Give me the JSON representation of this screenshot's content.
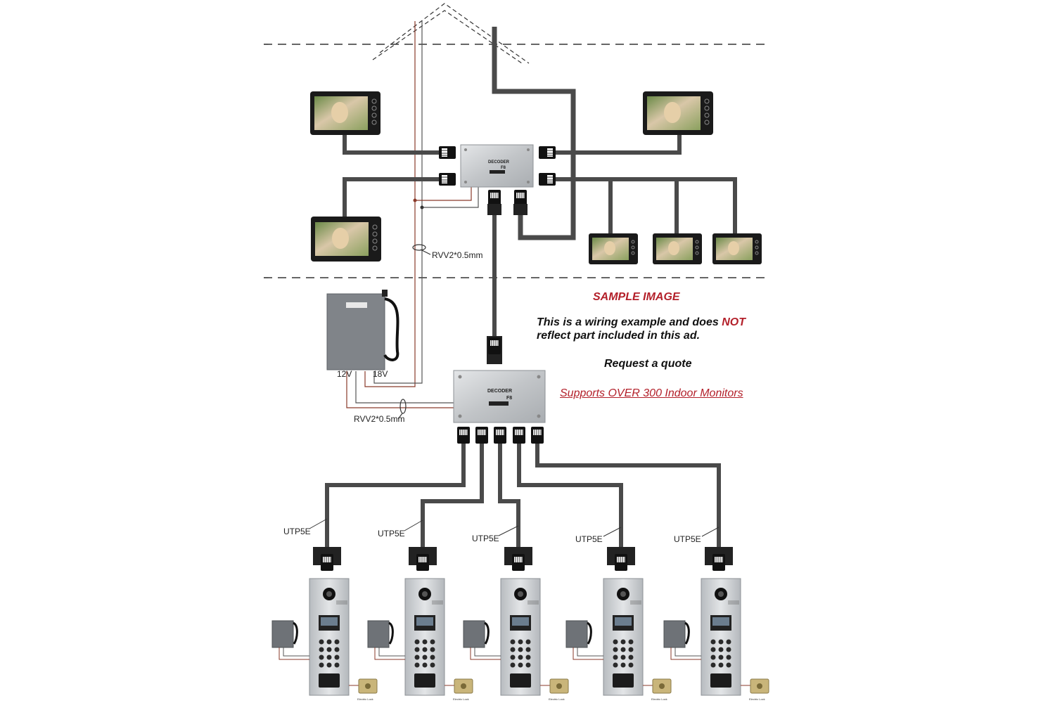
{
  "notes": {
    "sample": "SAMPLE IMAGE",
    "line1_a": "This is a wiring example and does ",
    "line1_not": "NOT",
    "line2": "reflect part included in this ad.",
    "quote": "Request a quote",
    "supports": "Supports OVER 300 Indoor Monitors"
  },
  "labels": {
    "decoder": "DECODER",
    "decoder_model": "F8",
    "rvv_top": "RVV2*0.5mm",
    "rvv_bottom": "RVV2*0.5mm",
    "psu_12v": "12V",
    "psu_18v": "18V",
    "utp": [
      "UTP5E",
      "UTP5E",
      "UTP5E",
      "UTP5E",
      "UTP5E"
    ],
    "lock": "Electric Lock"
  },
  "colors": {
    "cable": "#4a4a4a",
    "accent_red": "#b3202a",
    "decoder_body": "#c9cbcd",
    "monitor_frame": "#1a1a1a",
    "panel_body": "#c8ccd0"
  }
}
